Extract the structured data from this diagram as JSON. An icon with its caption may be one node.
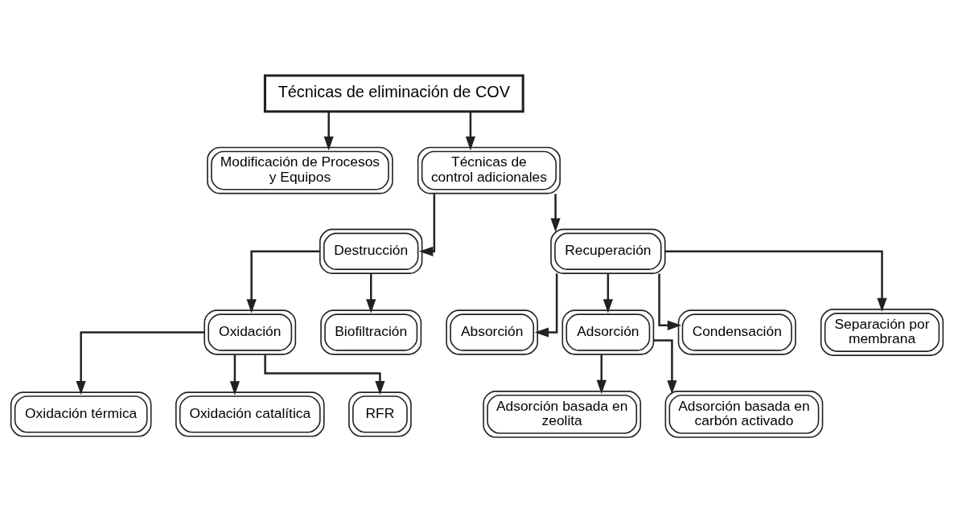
{
  "diagram": {
    "nodes": [
      {
        "text": [
          "Técnicas de eliminación de COV"
        ]
      },
      {
        "text": [
          "Modificación de Procesos y Equipos"
        ]
      },
      {
        "text": [
          "Técnicas de control adicionales"
        ]
      },
      {
        "text": [
          "Destrucción"
        ]
      },
      {
        "text": [
          "Recuperación"
        ]
      },
      {
        "text": [
          "Oxidación"
        ]
      },
      {
        "text": [
          "Biofiltración"
        ]
      },
      {
        "text": [
          "Absorción"
        ]
      },
      {
        "text": [
          "Adsorción"
        ]
      },
      {
        "text": [
          "Condensación"
        ]
      },
      {
        "text": [
          "Separación por membrana"
        ]
      },
      {
        "text": [
          "Oxidación térmica"
        ]
      },
      {
        "text": [
          "Oxidación catalítica"
        ]
      },
      {
        "text": [
          "RFR"
        ]
      },
      {
        "text": [
          "Adsorción basada en zeolita"
        ]
      },
      {
        "text": [
          "Adsorción basada en carbón activado"
        ]
      }
    ],
    "edges": [
      {
        "from": 0,
        "to": 1,
        "arrow": "to"
      },
      {
        "from": 0,
        "to": 2,
        "arrow": "to"
      },
      {
        "from": 2,
        "to": 3,
        "arrow": "to"
      },
      {
        "from": 2,
        "to": 4,
        "arrow": "to"
      },
      {
        "from": 3,
        "to": 5,
        "arrow": "to"
      },
      {
        "from": 3,
        "to": 6,
        "arrow": "to"
      },
      {
        "from": 4,
        "to": 7,
        "arrow": "to"
      },
      {
        "from": 4,
        "to": 8,
        "arrow": "to"
      },
      {
        "from": 4,
        "to": 9,
        "arrow": "to"
      },
      {
        "from": 4,
        "to": 10,
        "arrow": "to"
      },
      {
        "from": 5,
        "to": 11,
        "arrow": "to"
      },
      {
        "from": 5,
        "to": 12,
        "arrow": "to"
      },
      {
        "from": 5,
        "to": 13,
        "arrow": "to"
      },
      {
        "from": 8,
        "to": 14,
        "arrow": "to"
      },
      {
        "from": 8,
        "to": 15,
        "arrow": "to"
      }
    ]
  }
}
